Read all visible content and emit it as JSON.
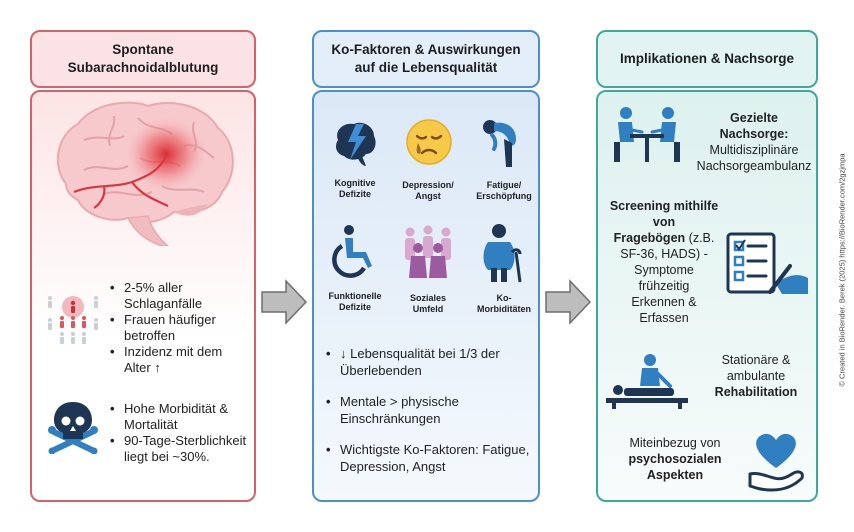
{
  "columns": [
    {
      "title_line1": "Spontane",
      "title_line2": "Subarachnoidalblutung"
    },
    {
      "title_line1": "Ko-Faktoren & Auswirkungen",
      "title_line2": "auf die Lebensqualität"
    },
    {
      "title_line1": "Implikationen & Nachsorge",
      "title_line2": ""
    }
  ],
  "col1": {
    "bullets_a": [
      "2-5% aller Schlaganfälle",
      "Frauen häufiger betroffen",
      "Inzidenz mit dem Alter ↑"
    ],
    "bullets_b": [
      "Hohe Morbidität & Mortalität",
      "90-Tage-Sterblichkeit liegt bei ~30%."
    ]
  },
  "col2": {
    "icons": [
      {
        "label": "Kognitive Defizite",
        "icon": "brain-lightning-icon"
      },
      {
        "label": "Depression/ Angst",
        "icon": "sad-face-icon"
      },
      {
        "label": "Fatigue/ Erschöpfung",
        "icon": "exhausted-person-icon"
      },
      {
        "label": "Funktionelle Defizite",
        "icon": "wheelchair-icon"
      },
      {
        "label": "Soziales Umfeld",
        "icon": "people-group-icon"
      },
      {
        "label": "Ko-Morbiditäten",
        "icon": "elderly-person-icon"
      }
    ],
    "bullets": [
      "↓ Lebensqualität bei 1/3 der Überlebenden",
      "Mentale > physische Einschränkungen",
      "Wichtigste Ko-Faktoren: Fatigue, Depression, Angst"
    ]
  },
  "col3": {
    "item1": {
      "bold": "Gezielte Nachsorge:",
      "text": "Multidisziplinäre Nachsorgeambulanz"
    },
    "item2": {
      "bold1": "Screening mithilfe von",
      "bold2": "Fragebögen",
      "text1": "(z.B. SF-36, HADS) -",
      "text2": "Symptome frühzeitig Erkennen & Erfassen"
    },
    "item3": {
      "text": "Stationäre & ambulante",
      "bold": "Rehabilitation"
    },
    "item4": {
      "text": "Miteinbezug von",
      "bold": "psychosozialen Aspekten"
    }
  },
  "credit": "© Created in BioRender. Berek (2025) https://BioRender.com/2gzjmpa",
  "colors": {
    "red": "#d6616b",
    "blue": "#4a8fd0",
    "teal": "#3fa89d",
    "icon_navy": "#2b4a6e",
    "icon_blue": "#2f7fc1"
  }
}
